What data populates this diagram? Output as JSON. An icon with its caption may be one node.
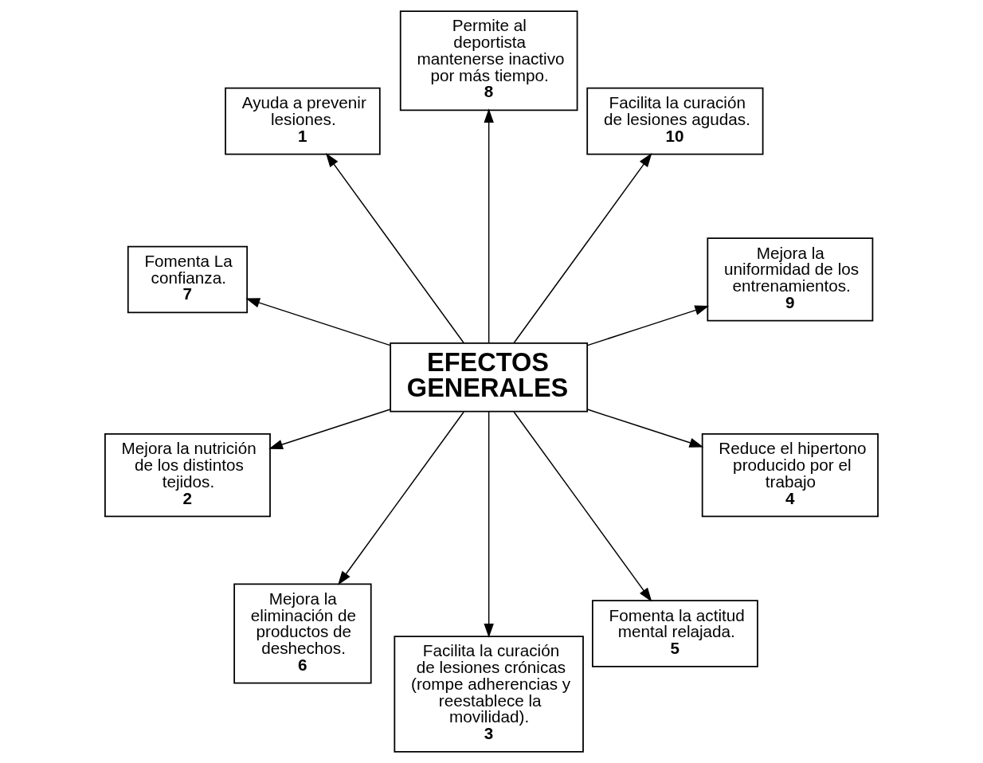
{
  "diagram": {
    "nodes": [
      {
        "text": [
          "Mejora la uniformidad de los entrenamientos.",
          "9"
        ]
      },
      {
        "text": [
          "Facilita la curación de lesiones agudas.",
          "10"
        ]
      },
      {
        "text": [
          "Permite al deportista mantenerse inactivo por más tiempo.",
          "8"
        ]
      },
      {
        "text": [
          "Ayuda a prevenir lesiones.",
          "1"
        ]
      },
      {
        "text": [
          "Fomenta La confianza.",
          "7"
        ]
      },
      {
        "text": [
          "EFECTOS GENERALES"
        ]
      },
      {
        "text": [
          "Mejora la nutrición de los distintos tejidos.",
          "2"
        ]
      },
      {
        "text": [
          "Mejora la eliminación de productos de deshechos.",
          "6"
        ]
      },
      {
        "text": [
          "Facilita la curación de lesiones crónicas (rompe adherencias y reestablece la movilidad).",
          "3"
        ]
      },
      {
        "text": [
          "Fomenta la actitud mental relajada.",
          "5"
        ]
      },
      {
        "text": [
          "Reduce el hipertono producido por el trabajo",
          "4"
        ]
      }
    ],
    "edges": [
      {
        "from": 5,
        "to": 3,
        "arrow": "to"
      },
      {
        "from": 5,
        "to": 6,
        "arrow": "to"
      },
      {
        "from": 5,
        "to": 8,
        "arrow": "to"
      },
      {
        "from": 5,
        "to": 10,
        "arrow": "to"
      },
      {
        "from": 5,
        "to": 9,
        "arrow": "to"
      },
      {
        "from": 5,
        "to": 7,
        "arrow": "to"
      },
      {
        "from": 5,
        "to": 4,
        "arrow": "to"
      },
      {
        "from": 5,
        "to": 2,
        "arrow": "to"
      },
      {
        "from": 5,
        "to": 0,
        "arrow": "to"
      },
      {
        "from": 5,
        "to": 1,
        "arrow": "to"
      }
    ]
  }
}
